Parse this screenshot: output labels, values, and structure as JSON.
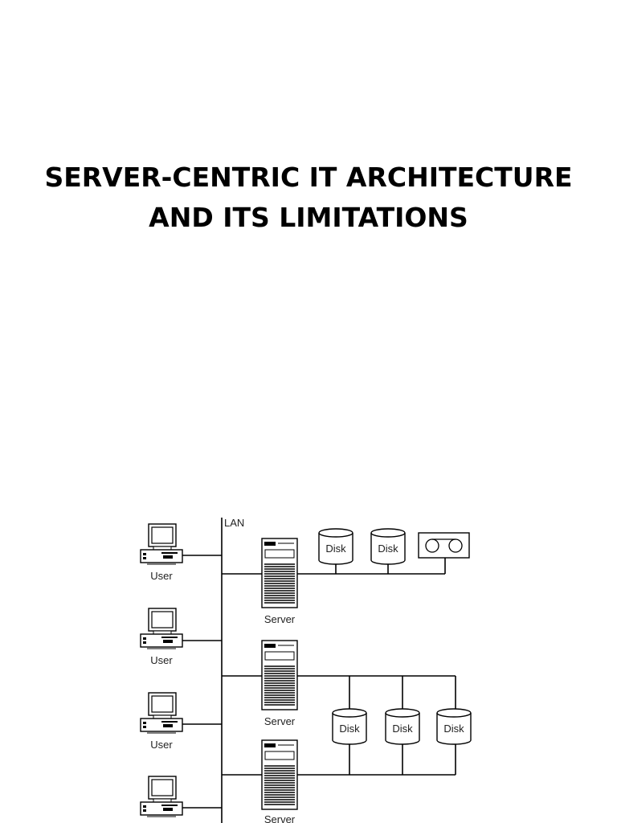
{
  "slide": {
    "title_line1": "SERVER-CENTRIC IT ARCHITECTURE",
    "title_line2": "AND ITS LIMITATIONS"
  },
  "diagram": {
    "lan_label": "LAN",
    "users": [
      {
        "label": "User",
        "icon": "desktop-computer-icon"
      },
      {
        "label": "User",
        "icon": "desktop-computer-icon"
      },
      {
        "label": "User",
        "icon": "desktop-computer-icon"
      },
      {
        "label": "",
        "icon": "desktop-computer-icon"
      }
    ],
    "servers": [
      {
        "label": "Server",
        "icon": "tower-server-icon"
      },
      {
        "label": "Server",
        "icon": "tower-server-icon"
      },
      {
        "label": "Server",
        "icon": "tower-server-icon"
      }
    ],
    "storage_group_1": {
      "disks": [
        "Disk",
        "Disk"
      ],
      "tape_icon": "tape-drive-icon"
    },
    "storage_group_2": {
      "disks": [
        "Disk",
        "Disk",
        "Disk"
      ]
    }
  }
}
